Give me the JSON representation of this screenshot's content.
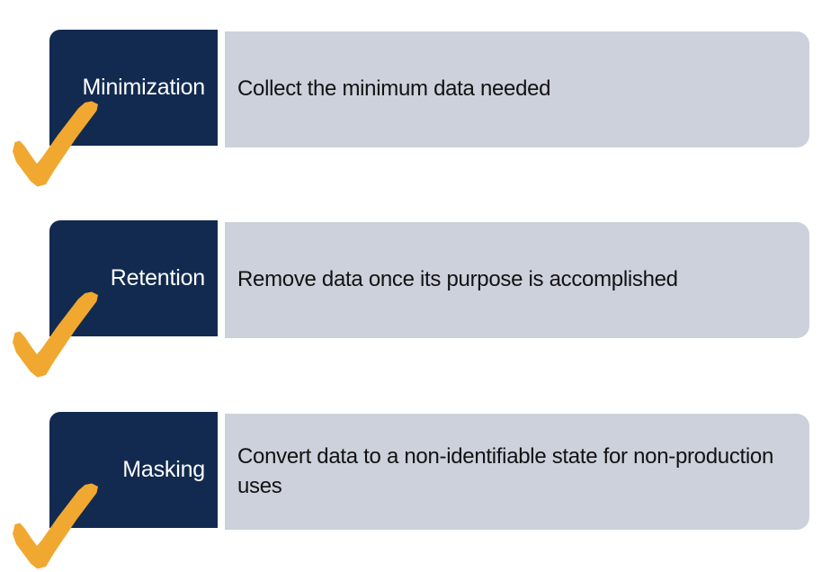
{
  "diagram": {
    "type": "three-row-labeled-list",
    "title": "",
    "colors": {
      "label_box": "#122a4f",
      "description_panel": "#ccd1dc",
      "checkmark": "#f0a830",
      "label_text": "#ffffff",
      "description_text": "#121212",
      "background": "#ffffff"
    },
    "rows": [
      {
        "label": "Minimization",
        "description": "Collect the minimum data needed",
        "checkmark_icon": "orange-check-icon",
        "checked": true
      },
      {
        "label": "Retention",
        "description": "Remove data once its purpose is accomplished",
        "checkmark_icon": "orange-check-icon",
        "checked": true
      },
      {
        "label": "Masking",
        "description": "Convert data to a non-identifiable state for non-production uses",
        "checkmark_icon": "orange-check-icon",
        "checked": true
      }
    ]
  }
}
